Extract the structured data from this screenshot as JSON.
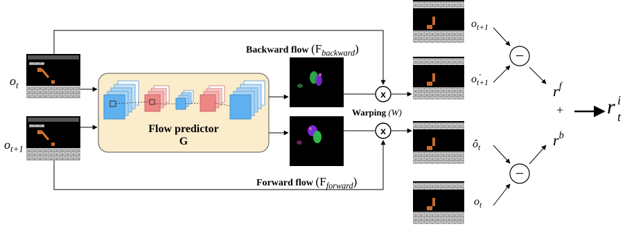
{
  "inputs": {
    "frame_t": "o_t",
    "frame_t1": "o_{t+1}"
  },
  "flow_predictor": {
    "title": "Flow predictor",
    "symbol": "G"
  },
  "flows": {
    "backward_label": "Backward flow",
    "backward_symbol": "F",
    "backward_subscript": "backward",
    "forward_label": "Forward flow",
    "forward_symbol": "F",
    "forward_subscript": "forward"
  },
  "warping": {
    "label": "Warping",
    "symbol": "(W)",
    "operator": "x"
  },
  "outputs": {
    "target_t1": "o_{t+1}",
    "pred_t1": "ô_{t+1}",
    "pred_t": "ô_t",
    "target_t": "o_t",
    "minus": "−"
  },
  "rewards": {
    "forward": "r^f",
    "plus": "+",
    "backward": "r^b",
    "total": "r_t^i"
  },
  "colors": {
    "predictor_bg": "#fbeccb",
    "predictor_border": "#555555",
    "layer_blue": "#a9d4f5",
    "layer_blue_front": "#5fb0ef",
    "layer_pink": "#f6b3b1",
    "layer_pink_front": "#ee8684",
    "game_bg": "#000000",
    "brick": "#c9c9c9"
  },
  "icons": {
    "warp": "multiply-circle-icon",
    "subtract": "minus-circle-icon",
    "arrow": "right-arrow-icon"
  }
}
